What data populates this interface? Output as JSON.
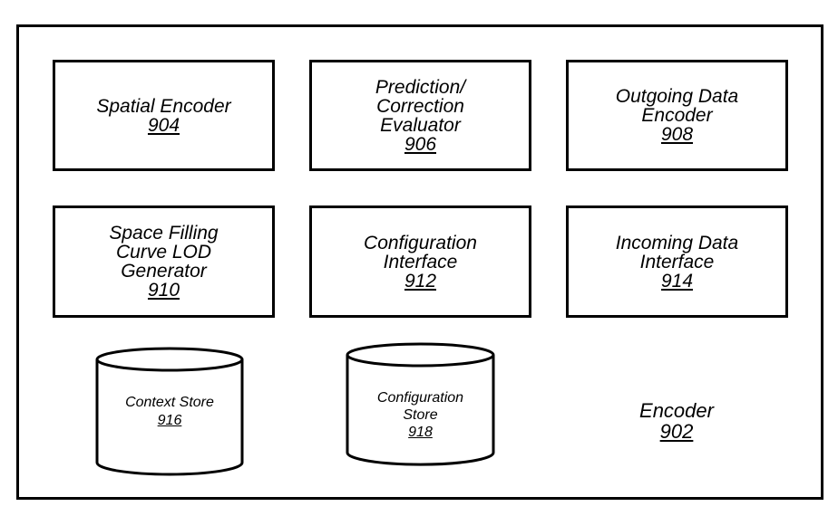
{
  "encoder": {
    "title": "Encoder",
    "ref": "902"
  },
  "components": [
    {
      "lines": [
        "Spatial Encoder"
      ],
      "ref": "904"
    },
    {
      "lines": [
        "Prediction/",
        "Correction",
        "Evaluator"
      ],
      "ref": "906"
    },
    {
      "lines": [
        "Outgoing Data",
        "Encoder"
      ],
      "ref": "908"
    },
    {
      "lines": [
        "Space Filling",
        "Curve LOD",
        "Generator"
      ],
      "ref": "910"
    },
    {
      "lines": [
        "Configuration",
        "Interface"
      ],
      "ref": "912"
    },
    {
      "lines": [
        "Incoming Data",
        "Interface"
      ],
      "ref": "914"
    }
  ],
  "stores": [
    {
      "lines": [
        "Context Store"
      ],
      "ref": "916"
    },
    {
      "lines": [
        "Configuration",
        "Store"
      ],
      "ref": "918"
    }
  ]
}
